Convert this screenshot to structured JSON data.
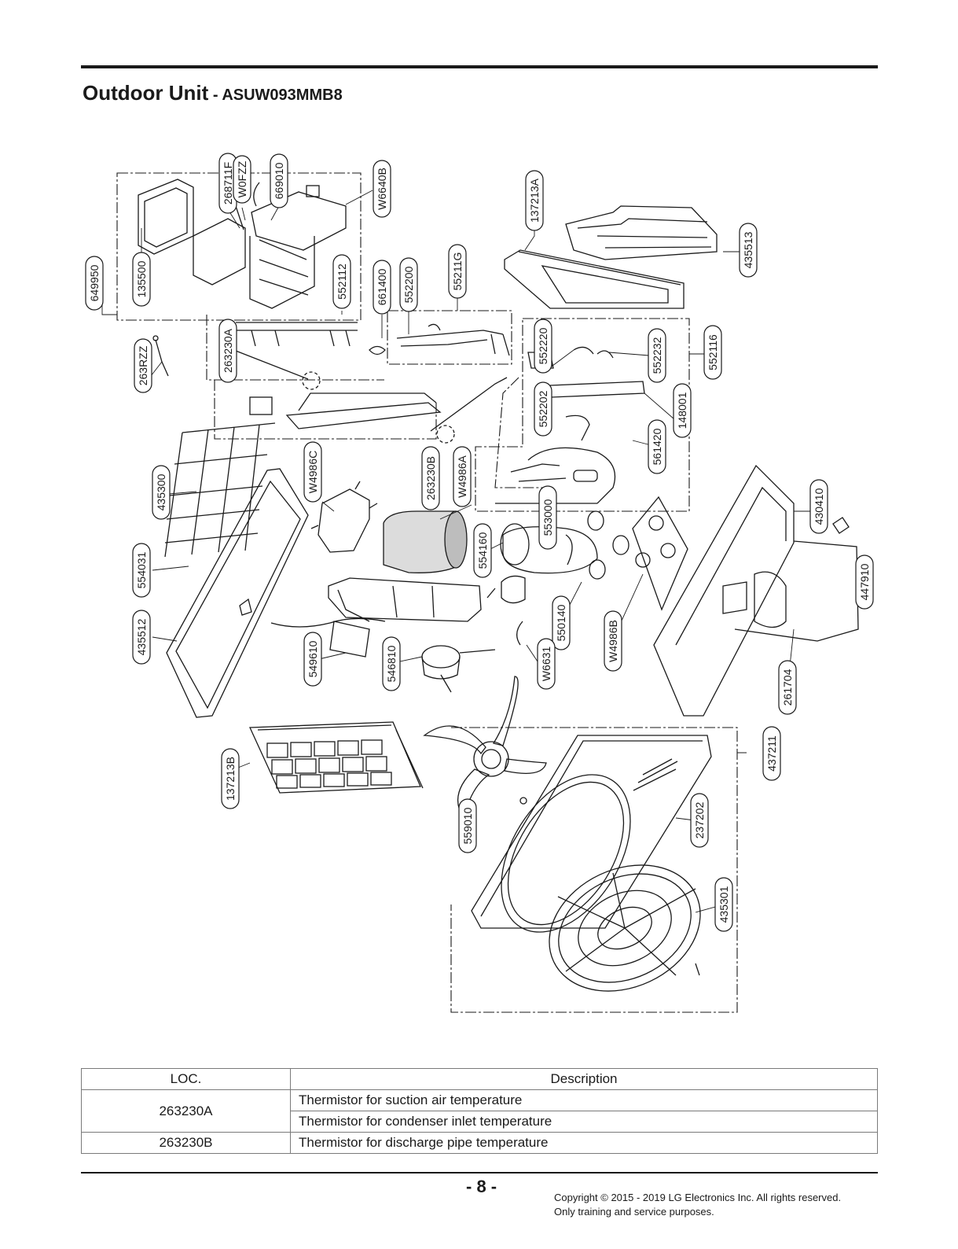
{
  "header": {
    "title": "Outdoor Unit",
    "model": " - ASUW093MMB8"
  },
  "diagram": {
    "callouts": {
      "c649950": "649950",
      "c135500": "135500",
      "c268711F": "268711F",
      "cW0FZZ": "W0FZZ",
      "c669010": "669010",
      "cW6640B": "W6640B",
      "c552112": "552112",
      "c661400": "661400",
      "c552200": "552200",
      "c55211G": "55211G",
      "c137213A": "137213A",
      "c435513": "435513",
      "c263RZZ": "263RZZ",
      "c263230A": "263230A",
      "c552220": "552220",
      "c552232": "552232",
      "c552116": "552116",
      "c552202": "552202",
      "c148001": "148001",
      "c561420": "561420",
      "c435300": "435300",
      "cW4986C": "W4986C",
      "c263230B": "263230B",
      "cW4986A": "W4986A",
      "c553000": "553000",
      "c430410": "430410",
      "c554031": "554031",
      "c554160": "554160",
      "c447910": "447910",
      "c550140": "550140",
      "cW4986B": "W4986B",
      "c435512": "435512",
      "c549610": "549610",
      "c546810": "546810",
      "cW6631": "W6631",
      "c261704": "261704",
      "c137213B": "137213B",
      "c437211": "437211",
      "c237202": "237202",
      "c559010": "559010",
      "c435301": "435301"
    }
  },
  "table": {
    "headers": {
      "loc": "LOC.",
      "description": "Description"
    },
    "rows": [
      {
        "loc": "263230A",
        "descriptions": [
          "Thermistor for suction air temperature",
          "Thermistor for condenser inlet temperature"
        ]
      },
      {
        "loc": "263230B",
        "descriptions": [
          "Thermistor for discharge pipe temperature"
        ]
      }
    ]
  },
  "footer": {
    "page_number": "- 8 -",
    "copyright": "Copyright © 2015 - 2019 LG Electronics Inc. All rights reserved.",
    "note": "Only training and service purposes."
  }
}
